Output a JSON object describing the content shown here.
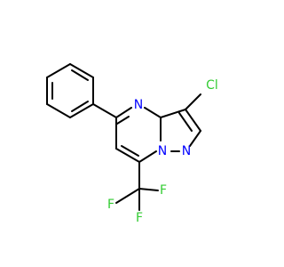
{
  "molecule": {
    "atoms": [
      {
        "id": "cl",
        "symbol": "Cl",
        "color": "#33cc33"
      },
      {
        "id": "n4",
        "symbol": "N",
        "color": "#0000ff"
      },
      {
        "id": "n1",
        "symbol": "N",
        "color": "#0000ff"
      },
      {
        "id": "n2",
        "symbol": "N",
        "color": "#0000ff"
      },
      {
        "id": "f1",
        "symbol": "F",
        "color": "#33cc33"
      },
      {
        "id": "f2",
        "symbol": "F",
        "color": "#33cc33"
      },
      {
        "id": "f3",
        "symbol": "F",
        "color": "#33cc33"
      }
    ]
  }
}
